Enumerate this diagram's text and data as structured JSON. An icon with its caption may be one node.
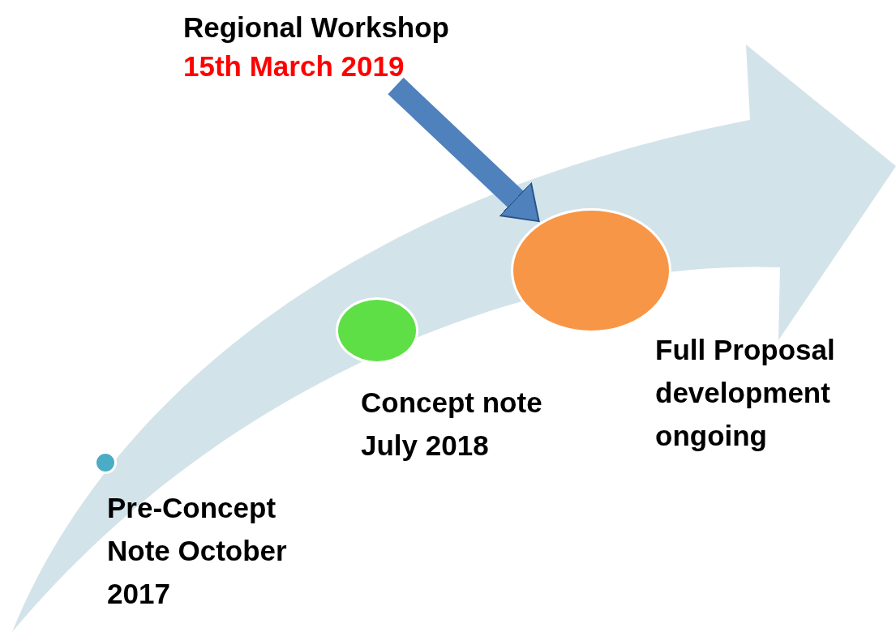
{
  "diagram": {
    "nodes": [
      {
        "text": [
          "Regional Workshop",
          "15th March 2019"
        ]
      },
      {
        "text": [],
        "shape": "circle",
        "beside": [
          "Pre-Concept Note October 2017"
        ]
      },
      {
        "text": [],
        "shape": "circle",
        "beside": [
          "Concept note July 2018"
        ]
      },
      {
        "text": [],
        "shape": "circle",
        "beside": [
          "Full Proposal development ongoing"
        ]
      }
    ],
    "edges": [
      {
        "from": 0,
        "to": 3,
        "arrow": "to"
      }
    ]
  }
}
